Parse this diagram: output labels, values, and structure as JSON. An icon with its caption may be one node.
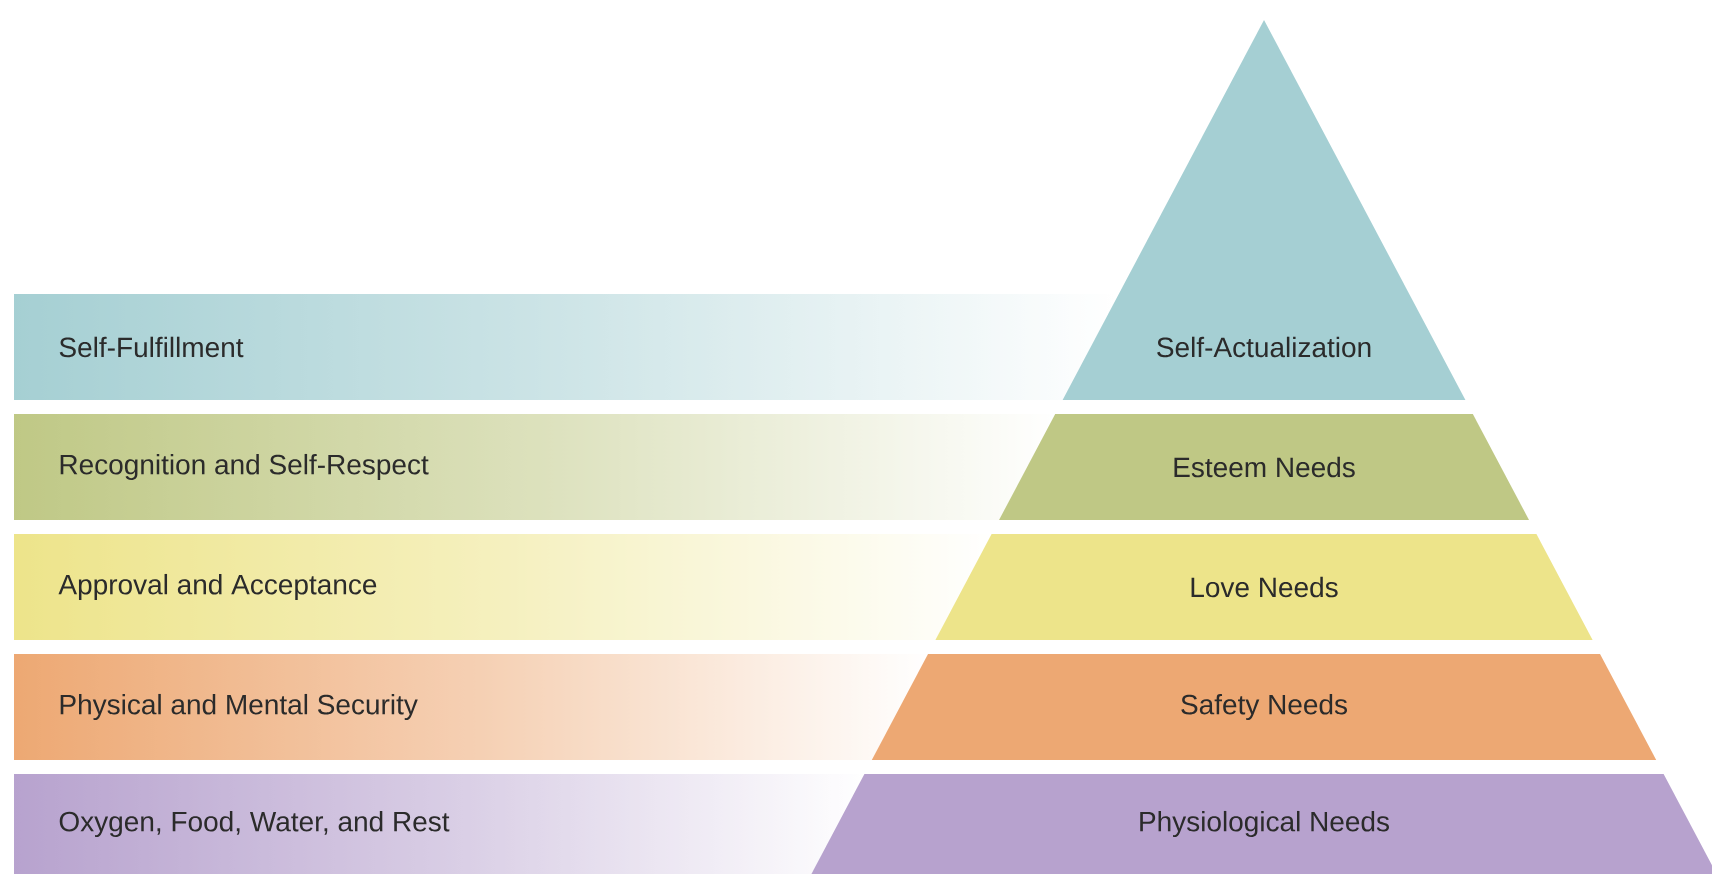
{
  "diagram": {
    "nodes": [
      {
        "text": [
          "Self-Fulfillment"
        ]
      },
      {
        "text": [
          "Self-Actualization"
        ]
      },
      {
        "text": [
          "Recognition and Self-Respect"
        ]
      },
      {
        "text": [
          "Esteem Needs"
        ]
      },
      {
        "text": [
          "Approval and Acceptance"
        ]
      },
      {
        "text": [
          "Love Needs"
        ]
      },
      {
        "text": [
          "Physical and Mental Security"
        ]
      },
      {
        "text": [
          "Safety Needs"
        ]
      },
      {
        "text": [
          "Oxygen, Food, Water, and Rest"
        ]
      },
      {
        "text": [
          "Physiological Needs"
        ]
      }
    ]
  }
}
